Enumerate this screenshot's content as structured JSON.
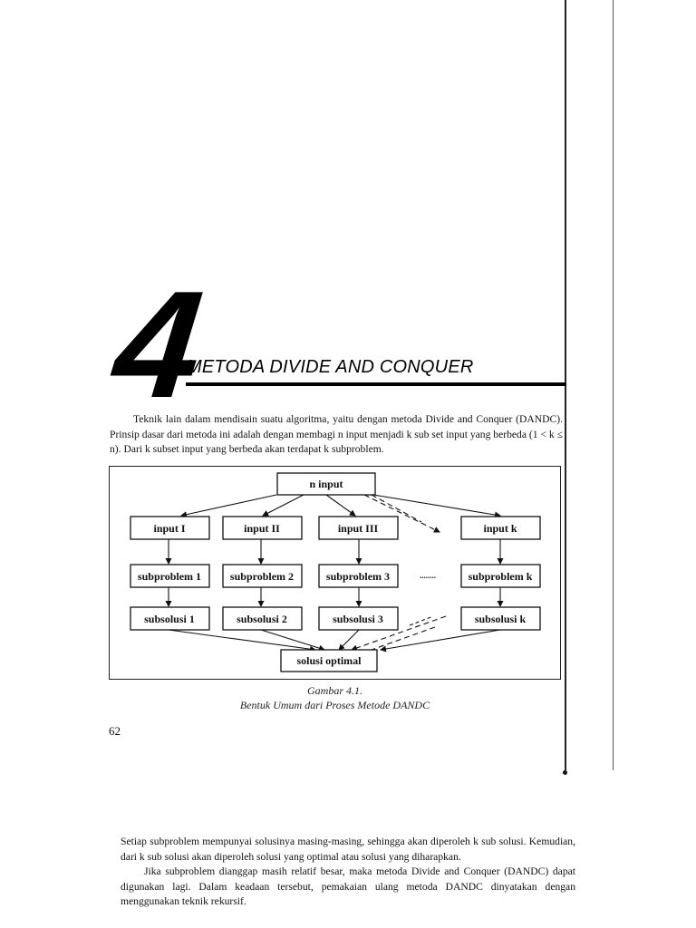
{
  "chapter": {
    "number": "4",
    "title": "METODA DIVIDE AND CONQUER"
  },
  "intro_paragraph": "Teknik lain dalam mendisain suatu algoritma, yaitu dengan metoda Divide and Conquer (DANDC). Prinsip dasar dari metoda ini adalah dengan membagi n input menjadi k sub set input yang berbeda (1 < k ≤ n). Dari k subset input yang berbeda akan terdapat k subproblem.",
  "diagram": {
    "top_node": "n input",
    "inputs": [
      "input I",
      "input II",
      "input III",
      "input k"
    ],
    "subproblems": [
      "subproblem 1",
      "subproblem 2",
      "subproblem 3",
      "subproblem k"
    ],
    "subsolutions": [
      "subsolusi 1",
      "subsolusi 2",
      "subsolusi 3",
      "subsolusi k"
    ],
    "bottom_node": "solusi optimal",
    "ellipsis": "........"
  },
  "caption": {
    "line1": "Gambar 4.1.",
    "line2": "Bentuk Umum dari Proses Metode DANDC"
  },
  "page_number": "62",
  "bottom_paragraphs": [
    "Setiap subproblem mempunyai solusinya masing-masing, sehingga akan diperoleh k sub solusi. Kemudian, dari k sub solusi akan diperoleh solusi yang optimal atau solusi yang diharapkan.",
    "Jika subproblem dianggap masih relatif besar, maka metoda Divide and Conquer (DANDC) dapat digunakan lagi. Dalam keadaan tersebut, pemakaian ulang metoda DANDC dinyatakan dengan menggunakan teknik rekursif."
  ]
}
